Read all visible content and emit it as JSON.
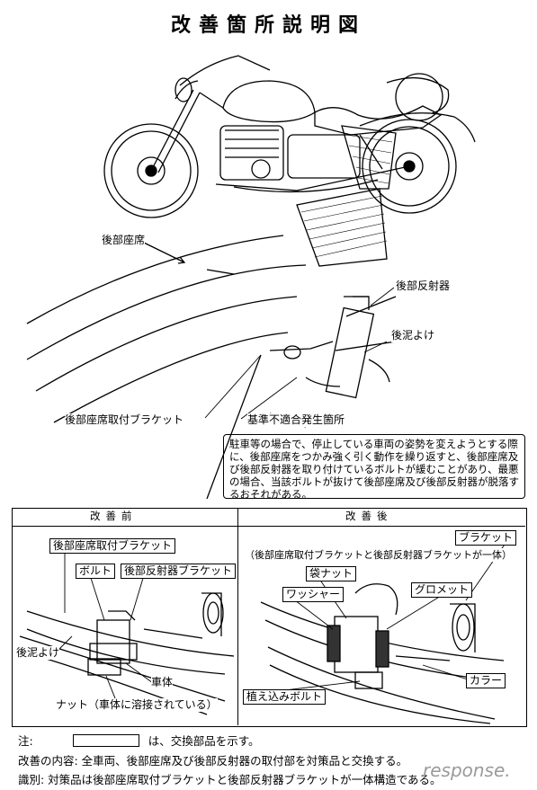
{
  "title": "改善箇所説明図",
  "labels": {
    "rear_seat": "後部座席",
    "rear_reflector": "後部反射器",
    "rear_mudguard": "後泥よけ",
    "seat_bracket": "後部座席取付ブラケット",
    "nonconformity_location": "基準不適合発生箇所"
  },
  "description": "駐車等の場合で、停止している車両の姿勢を変えようとする際に、後部座席をつかみ強く引く動作を繰り返すと、後部座席及び後部反射器を取り付けているボルトが緩むことがあり、最悪の場合、当該ボルトが抜けて後部座席及び後部反射器が脱落するおそれがある。",
  "before": {
    "header": "改善前",
    "seat_bracket": "後部座席取付ブラケット",
    "bolt": "ボルト",
    "reflector_bracket": "後部反射器ブラケット",
    "mudguard": "後泥よけ",
    "body": "車体",
    "nut": "ナット（車体に溶接されている）"
  },
  "after": {
    "header": "改善後",
    "bracket": "ブラケット",
    "integrated_note": "（後部座席取付ブラケットと後部反射器ブラケットが一体）",
    "bag_nut": "袋ナット",
    "washer": "ワッシャー",
    "grommet": "グロメット",
    "collar": "カラー",
    "stud_bolt": "植え込みボルト"
  },
  "footer": {
    "note_prefix": "注:",
    "note_suffix": "は、交換部品を示す。",
    "content": "改善の内容: 全車両、後部座席及び後部反射器の取付部を対策品と交換する。",
    "identification": "識別: 対策品は後部座席取付ブラケットと後部反射器ブラケットが一体構造である。"
  },
  "watermark": "response."
}
